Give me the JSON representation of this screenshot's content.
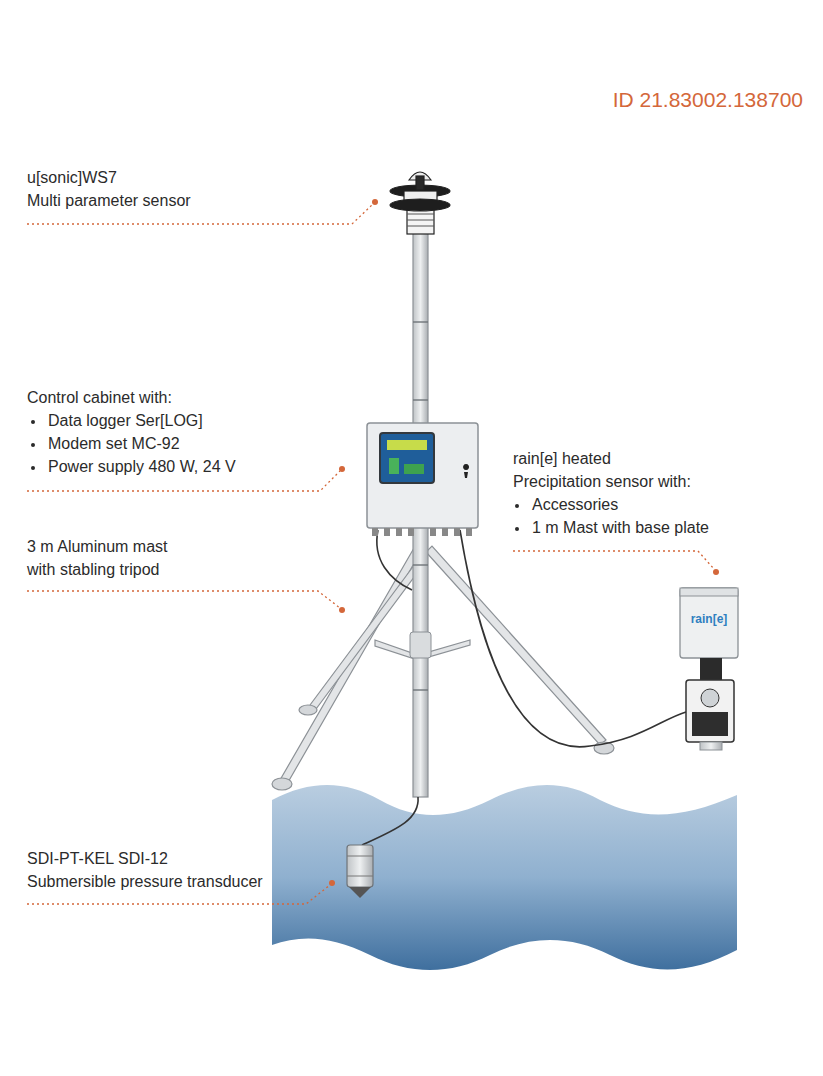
{
  "diagram": {
    "labels": [
      "ID 21.83002.138700",
      "u[sonic]WS7",
      "Multi parameter sensor",
      "Control cabinet with:",
      "Data logger Ser[LOG]",
      "Modem set MC-92",
      "Power supply 480 W, 24 V",
      "3 m Aluminum mast",
      "with stabling tripod",
      "rain[e] heated",
      "Precipitation sensor with:",
      "Accessories",
      "1 m Mast with base plate",
      "SDI-PT-KEL SDI-12",
      "Submersible pressure transducer",
      "rain[e]"
    ]
  }
}
